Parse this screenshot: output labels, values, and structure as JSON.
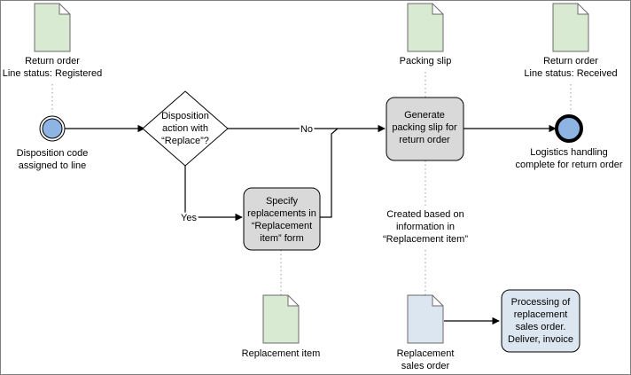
{
  "documents": {
    "return_order_registered": [
      "Return order",
      "Line status: Registered"
    ],
    "packing_slip": [
      "Packing slip"
    ],
    "return_order_received": [
      "Return order",
      "Line status: Received"
    ],
    "replacement_item": [
      "Replacement item"
    ],
    "replacement_sales_order": [
      "Replacement",
      "sales order"
    ]
  },
  "events": {
    "start": [
      "Disposition code",
      "assigned to line"
    ],
    "end": [
      "Logistics handling",
      "complete for return order"
    ]
  },
  "gateway": {
    "label": [
      "Disposition",
      "action with",
      "“Replace”?"
    ],
    "no_label": "No",
    "yes_label": "Yes"
  },
  "tasks": {
    "generate_packing_slip": [
      "Generate",
      "packing slip for",
      "return order"
    ],
    "specify_replacements": [
      "Specify",
      "replacements in",
      "“Replacement",
      "item” form"
    ],
    "process_replacement_order": [
      "Processing of",
      "replacement",
      "sales order.",
      "Deliver, invoice"
    ]
  },
  "annotations": {
    "created_based_on": [
      "Created based on",
      "information in",
      "“Replacement item”"
    ]
  },
  "colors": {
    "document_fill": "#d9ead3",
    "sales_order_fill": "#dce6f1",
    "task_fill": "#d9d9d9",
    "process_fill": "#dce6f1",
    "event_fill": "#8db4e2"
  }
}
